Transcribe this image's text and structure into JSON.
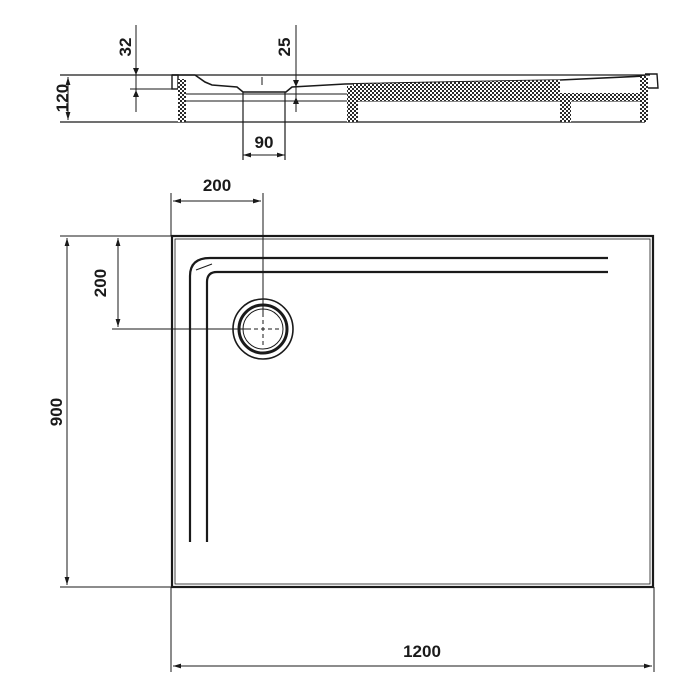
{
  "drawing": {
    "title": "Shower tray technical drawing",
    "units": "mm",
    "colors": {
      "line": "#1a1a1a",
      "background": "#ffffff",
      "hatch": "#2a2a2a"
    }
  },
  "section_view": {
    "dimensions": {
      "total_height": "120",
      "rim_depth": "32",
      "drain_depth": "25",
      "drain_width": "90"
    }
  },
  "plan_view": {
    "dimensions": {
      "length": "1200",
      "width": "900",
      "drain_offset_x": "200",
      "drain_offset_y": "200"
    }
  }
}
